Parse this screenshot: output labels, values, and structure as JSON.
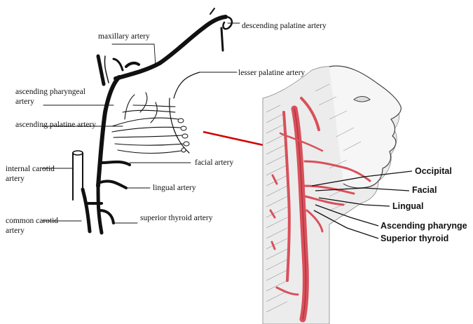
{
  "left_diagram": {
    "labels": {
      "descending_palatine": "descending palatine artery",
      "maxillary": "maxillary artery",
      "lesser_palatine": "lesser palatine artery",
      "ascending_pharyngeal": "ascending pharyngeal artery",
      "ascending_palatine": "ascending palatine artery",
      "facial": "facial artery",
      "internal_carotid": "internal carotid artery",
      "lingual": "lingual artery",
      "common_carotid": "common carotid artery",
      "superior_thyroid": "superior thyroid artery"
    }
  },
  "right_illustration": {
    "labels": {
      "occipital": "Occipital",
      "facial": "Facial",
      "lingual": "Lingual",
      "ascending_pharyngeal": "Ascending pharynge",
      "superior_thyroid": "Superior thyroid"
    }
  },
  "colors": {
    "artery_red": "#d9505a",
    "connector_red": "#d40000",
    "ink": "#111111"
  }
}
